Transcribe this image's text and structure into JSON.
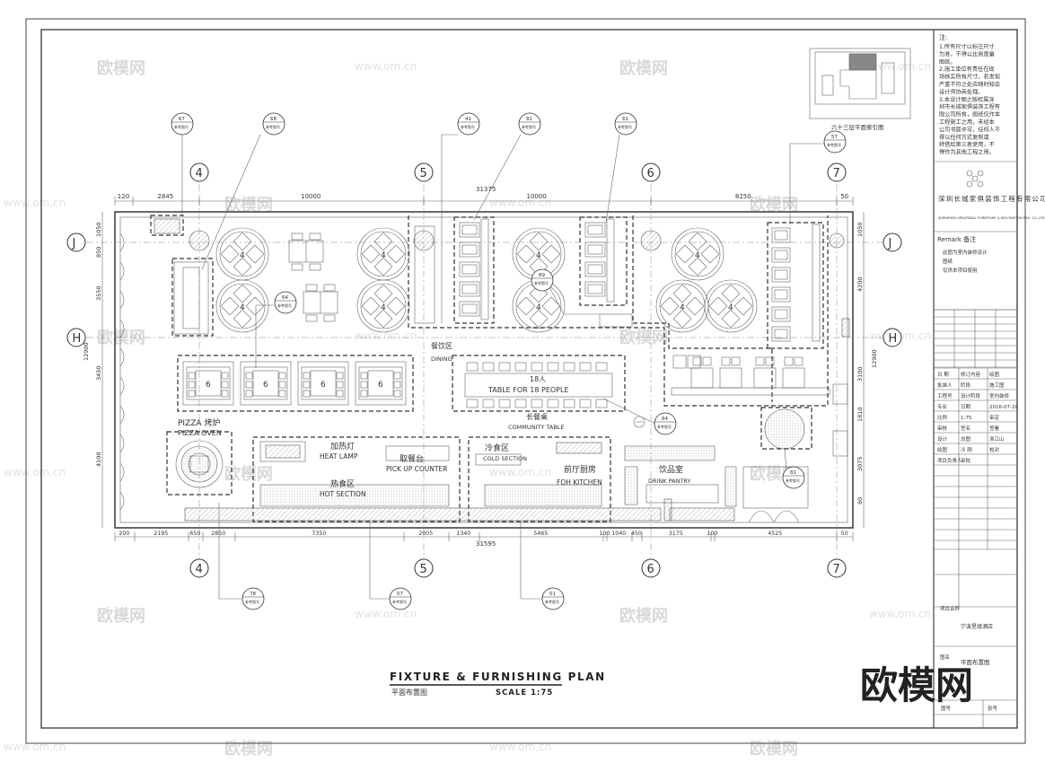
{
  "watermark": {
    "brand": "欧模网",
    "url": "www.om.cn",
    "corner_logo": "欧模网"
  },
  "plan": {
    "title": "FIXTURE & FURNISHING PLAN",
    "subtitle": "平面布置图",
    "scale": "SCALE 1:75"
  },
  "key_plan": {
    "label": "六十三层平面索引图"
  },
  "notes": {
    "heading": "注:",
    "lines": [
      "1.所有尺寸以标注尺寸",
      "为准，不得以比例度量",
      "图纸。",
      "2.施工单位有责任在现",
      "场核实所有尺寸，若发现",
      "严重不符之处应随时知会",
      "设计师协商处理。",
      "3.本设计图之版权属深",
      "圳市长城家俱装饰工程有",
      "限公司所有，图纸仅作本",
      "工程施工之用，未经本",
      "公司书面许可，任何人不",
      "得以任何方式复制或",
      "转借给第三者使用，不",
      "得作为其他工程之用。"
    ]
  },
  "title_block": {
    "company_cn": "深圳长城家俱装饰工程有限公司",
    "company_en": "SHENZHEN GREATWALL FURNITURE & DECORATION ENG. CO.,LTD",
    "remark_label": "Remark 备注",
    "remark_text": [
      "此图为室内装修设计",
      "图纸",
      "仅供本项目使用"
    ],
    "cells": [
      "日 期",
      "修订内容",
      "绘图",
      "批准人",
      "阶段",
      "施工图",
      "工程号",
      "设计阶段",
      "室内装修",
      "专业",
      "日期",
      "2016-07-20",
      "比例",
      "1:75",
      "审定",
      "审核",
      "签名",
      "签署",
      "设计",
      "总图",
      "浙江山",
      "绘图",
      "冷 刚",
      "校对",
      "项目负责人",
      "审批"
    ],
    "project_label": "项目名称",
    "project_name": "宁波星级酒店",
    "drawing_label": "图名",
    "drawing_name": "平面布置图",
    "drawing_no_label": "图号",
    "sheet_label": "张号"
  },
  "grids": {
    "columns": [
      "4",
      "5",
      "6",
      "7"
    ],
    "rows": [
      "J",
      "H"
    ]
  },
  "dimensions": {
    "top": [
      "120",
      "2845",
      "10000",
      "10000",
      "8250",
      "50"
    ],
    "top_total": "31375",
    "bottom": [
      "200",
      "2195",
      "650",
      "2850",
      "7350",
      "2005",
      "1340",
      "5465",
      "100",
      "1040",
      "450",
      "3175",
      "100",
      "4525",
      "50"
    ],
    "bottom_total": "31595",
    "left": [
      "1050",
      "850",
      "3550",
      "3450",
      "12900",
      "4100"
    ],
    "right": [
      "1050",
      "4200",
      "12900",
      "3100",
      "1810",
      "3075",
      "80"
    ]
  },
  "tags": [
    {
      "code": "67",
      "text": "参考图号"
    },
    {
      "code": "68",
      "text": "参考图号"
    },
    {
      "code": "41",
      "text": "参考图号"
    },
    {
      "code": "82",
      "text": "参考图号"
    },
    {
      "code": "61",
      "text": "参考图号"
    },
    {
      "code": "57",
      "text": "参考图号"
    },
    {
      "code": "64",
      "text": "参考图号"
    },
    {
      "code": "89",
      "text": "参考图号"
    },
    {
      "code": "84",
      "text": "参考图号"
    },
    {
      "code": "81",
      "text": "参考图号"
    },
    {
      "code": "78",
      "text": "参考图号"
    },
    {
      "code": "07",
      "text": "参考图号"
    },
    {
      "code": "01",
      "text": "参考图号"
    }
  ],
  "rooms": {
    "pizza_cn": "PIZZA 烤炉",
    "pizza_en": "PIZZA OVEN",
    "heat_lamp_cn": "加热灯",
    "heat_lamp_en": "HEAT LAMP",
    "hot_cn": "热食区",
    "hot_en": "HOT SECTION",
    "pickup_cn": "取餐台",
    "pickup_en": "PICK UP COUNTER",
    "cold_cn": "冷食区",
    "cold_en": "COLD SECTION",
    "foh_cn": "前厅厨房",
    "foh_en": "FOH KITCHEN",
    "drink_cn": "饮品室",
    "drink_en": "DRINK PANTRY",
    "dining_cn": "餐饮区",
    "dining_en": "DINING",
    "community_cn": "长餐桌",
    "community_en": "COMMUNITY TABLE",
    "big_table_1": "18人",
    "big_table_2": "TABLE FOR 18 PEOPLE"
  },
  "seat_counts": {
    "round": "4",
    "booth": "6"
  }
}
